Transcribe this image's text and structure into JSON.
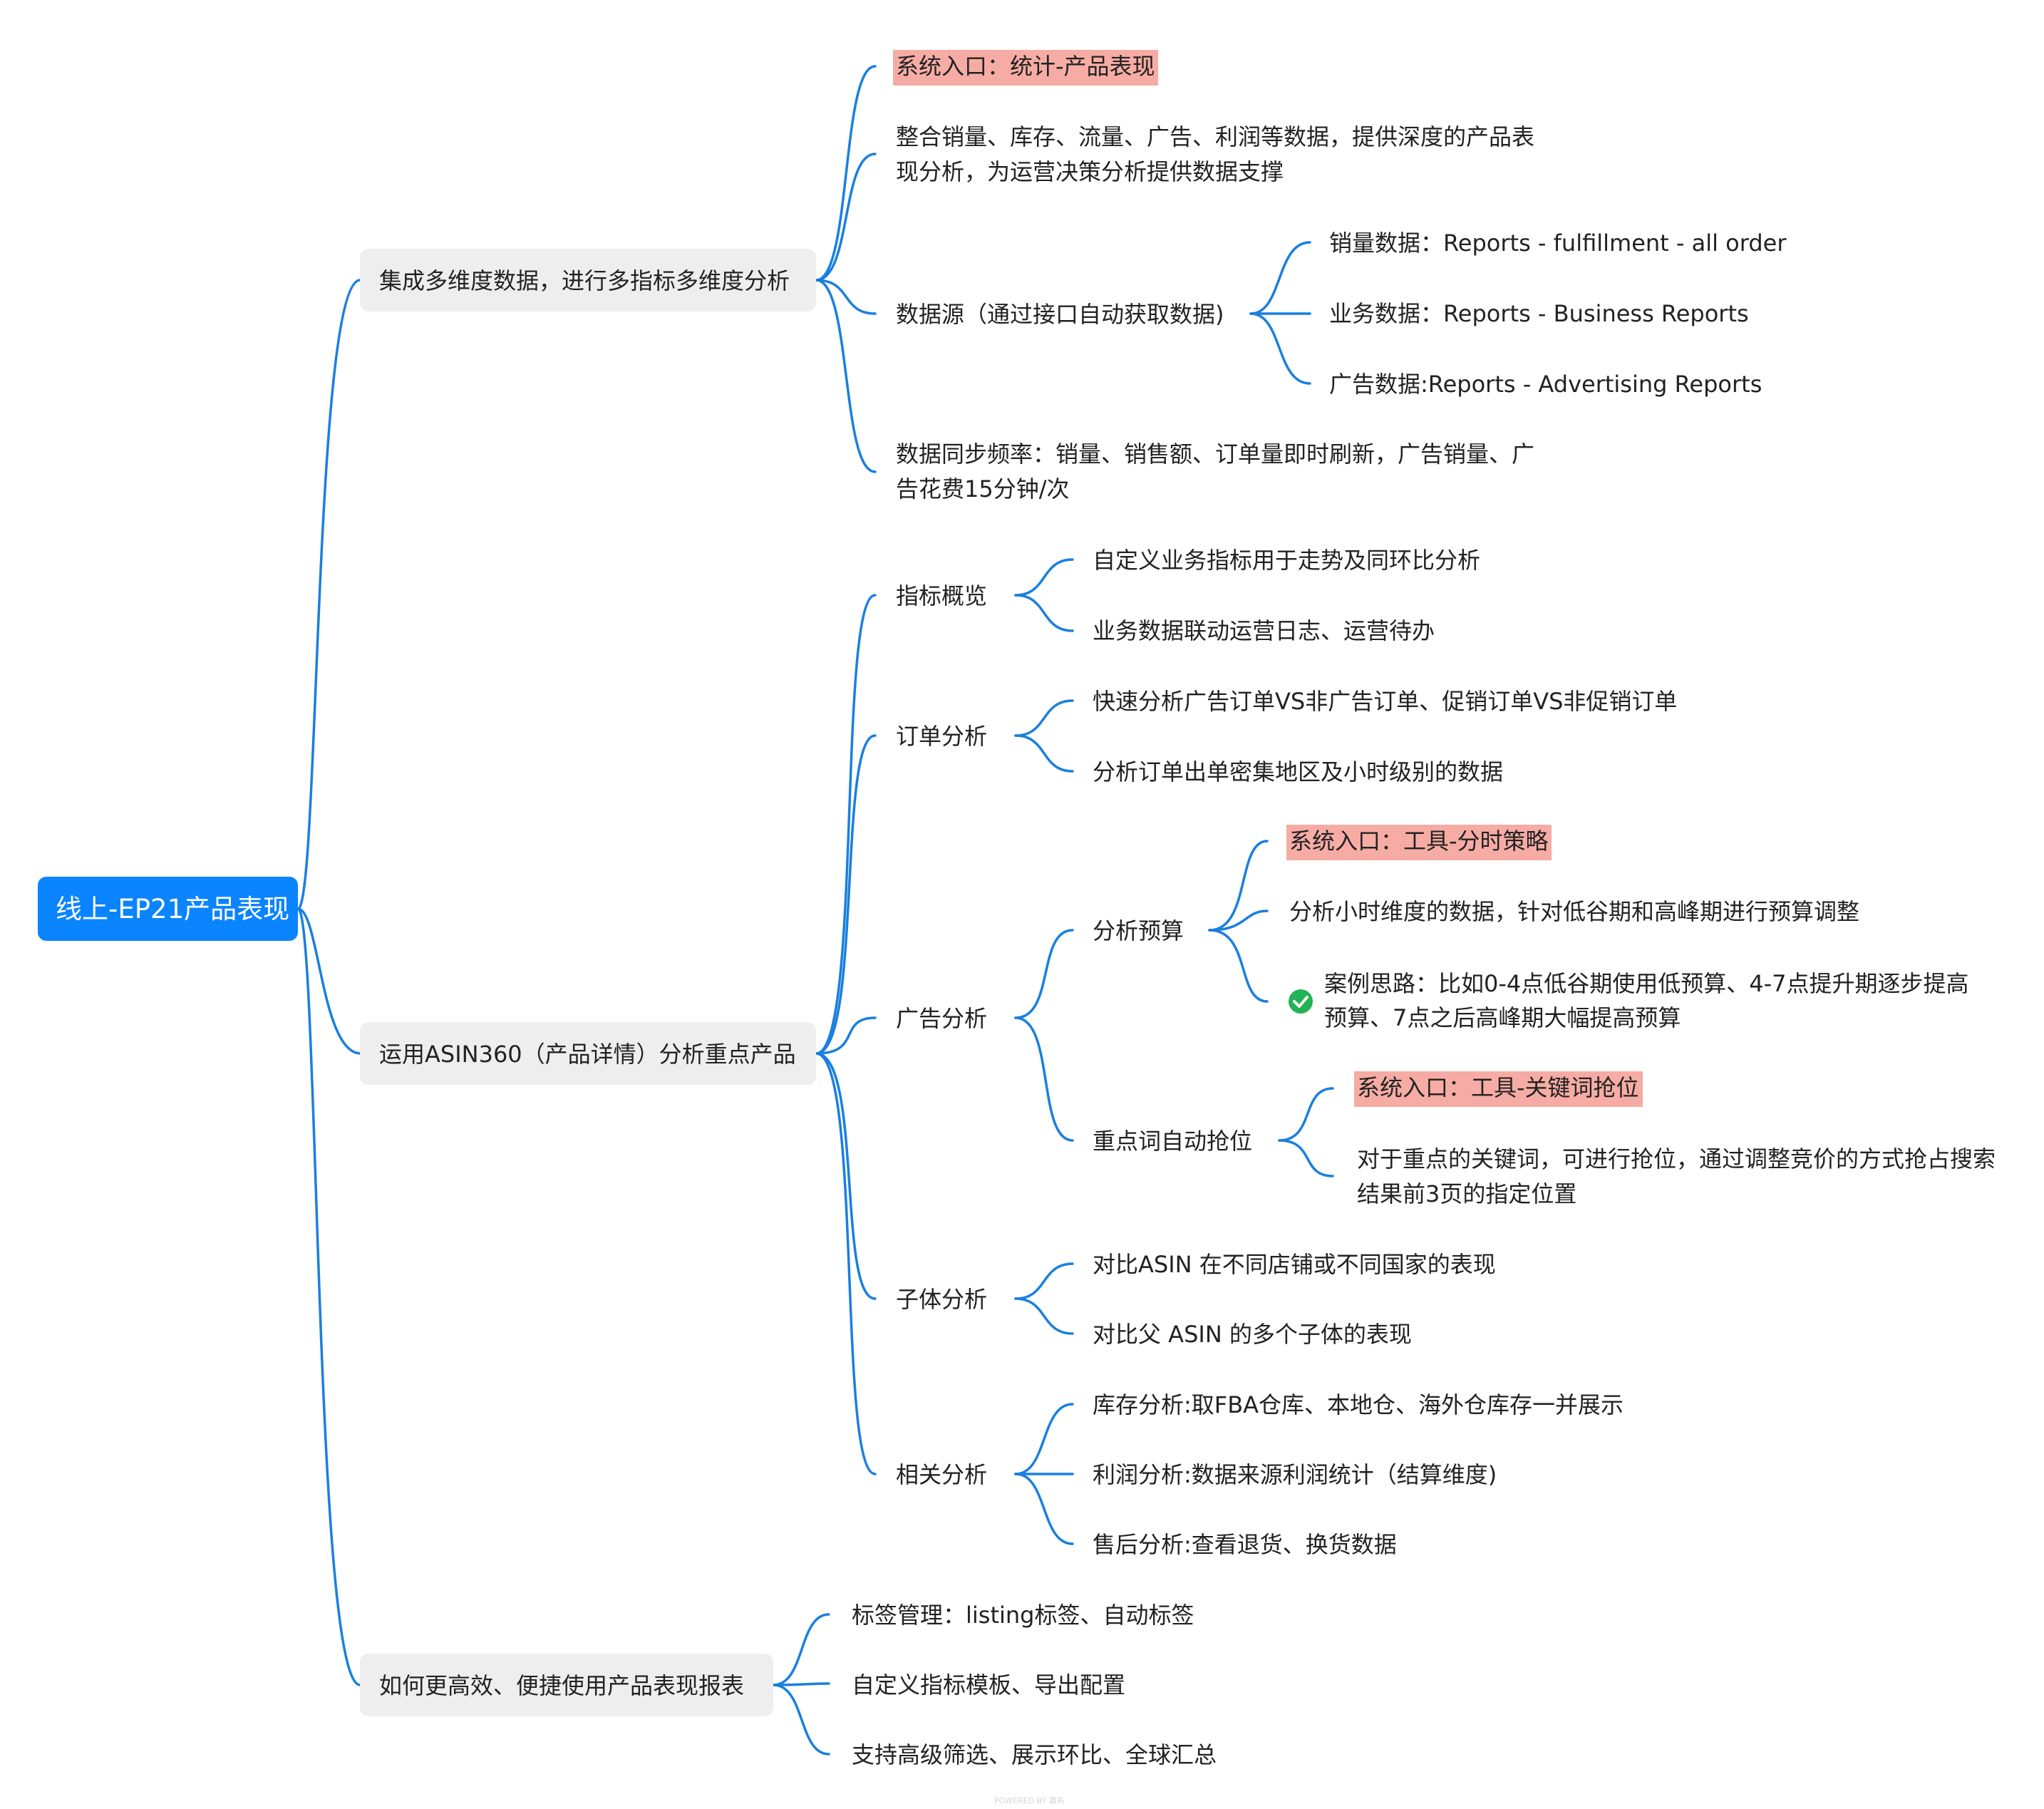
{
  "root": "线上-EP21产品表现",
  "branches": {
    "b1": "集成多维度数据，进行多指标多维度分析",
    "b2": "运用ASIN360（产品详情）分析重点产品",
    "b3": "如何更高效、便捷使用产品表现报表"
  },
  "b1": {
    "entry": "系统入口：统计-产品表现",
    "desc": [
      "整合销量、库存、流量、广告、利润等数据，提供深度的产品表",
      "现分析，为运营决策分析提供数据支撑"
    ],
    "source": "数据源（通过接口自动获取数据)",
    "sources": [
      "销量数据：Reports - fulfillment - all order",
      "业务数据：Reports - Business Reports",
      "广告数据:Reports - Advertising Reports"
    ],
    "sync": [
      "数据同步频率：销量、销售额、订单量即时刷新，广告销量、广",
      "告花费15分钟/次"
    ]
  },
  "b2": {
    "overview": {
      "label": "指标概览",
      "items": [
        "自定义业务指标用于走势及同环比分析",
        "业务数据联动运营日志、运营待办"
      ]
    },
    "orders": {
      "label": "订单分析",
      "items": [
        "快速分析广告订单VS非广告订单、促销订单VS非促销订单",
        "分析订单出单密集地区及小时级别的数据"
      ]
    },
    "ads": {
      "label": "广告分析",
      "budget": {
        "label": "分析预算",
        "entry": "系统入口：工具-分时策略",
        "desc": "分析小时维度的数据，针对低谷期和高峰期进行预算调整",
        "case": [
          "案例思路：比如0-4点低谷期使用低预算、4-7点提升期逐步提高",
          "预算、7点之后高峰期大幅提高预算"
        ],
        "case_icon": "check-circle-icon"
      },
      "keyword": {
        "label": "重点词自动抢位",
        "entry": "系统入口：工具-关键词抢位",
        "desc": [
          "对于重点的关键词，可进行抢位，通过调整竞价的方式抢占搜索",
          "结果前3页的指定位置"
        ]
      }
    },
    "child": {
      "label": "子体分析",
      "items": [
        "对比ASIN 在不同店铺或不同国家的表现",
        "对比父 ASIN 的多个子体的表现"
      ]
    },
    "related": {
      "label": "相关分析",
      "items": [
        "库存分析:取FBA仓库、本地仓、海外仓库存一并展示",
        "利润分析:数据来源利润统计（结算维度)",
        "售后分析:查看退货、换货数据"
      ]
    }
  },
  "b3": {
    "items": [
      "标签管理：listing标签、自动标签",
      "自定义指标模板、导出配置",
      "支持高级筛选、展示环比、全球汇总"
    ]
  },
  "footer": "POWERED BY 幕布",
  "colors": {
    "connector": "#1a7fe0",
    "root": "#0a84ff",
    "branch_bg": "#eeeeee",
    "highlight": "#f6aca4",
    "check": "#21b354"
  }
}
